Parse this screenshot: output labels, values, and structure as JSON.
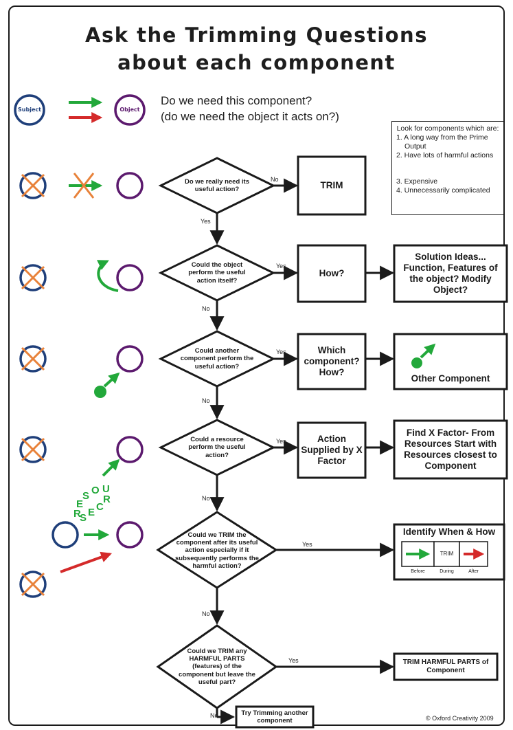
{
  "title": {
    "line1": "Ask the Trimming Questions",
    "line2": "about each component"
  },
  "top_question": {
    "line1": "Do we need this component?",
    "line2": "(do we need the object it acts on?)"
  },
  "legend": {
    "subject": "Subject",
    "object": "Object"
  },
  "note": {
    "heading": "Look for components which are:",
    "items": [
      "1. A long way from the Prime Output",
      "2. Have lots of harmful actions",
      "3. Expensive",
      "4. Unnecessarily complicated"
    ]
  },
  "decisions": [
    {
      "text": "Do we really need its useful action?",
      "yes": "Yes",
      "no": "No"
    },
    {
      "text": "Could the object perform the useful action itself?",
      "yes": "Yes",
      "no": "No"
    },
    {
      "text": "Could another component perform the useful action?",
      "yes": "Yes",
      "no": "No"
    },
    {
      "text": "Could a resource perform the useful action?",
      "yes": "Yes",
      "no": "No"
    },
    {
      "text": "Could we TRIM the component after its useful action especially if it subsequently performs the harmful action?",
      "yes": "Yes",
      "no": "No"
    },
    {
      "text": "Could we TRIM any HARMFUL PARTS (features) of the component but leave the useful part?",
      "yes": "Yes",
      "no": "No"
    }
  ],
  "boxes": {
    "trim": "TRIM",
    "how": "How?",
    "which": "Which component? How?",
    "action_x": "Action Supplied by X Factor",
    "solution_ideas": "Solution Ideas... Function, Features of the object? Modify Object?",
    "other_component": "Other Component",
    "find_x": "Find X Factor- From Resources Start with Resources closest to Component",
    "identify": "Identify When & How",
    "trim_harmful": "TRIM HARMFUL PARTS of Component",
    "try_trimming": "Try Trimming another component"
  },
  "timeline": {
    "middle": "TRIM",
    "before": "Before",
    "during": "During",
    "after": "After"
  },
  "resources_word": "RESOURCES",
  "footer": "© Oxford Creativity 2009",
  "colors": {
    "blue": "#1f3f7a",
    "purple": "#5c1a6e",
    "orange": "#e8823a",
    "green": "#22a83a",
    "red": "#d42a2a"
  }
}
